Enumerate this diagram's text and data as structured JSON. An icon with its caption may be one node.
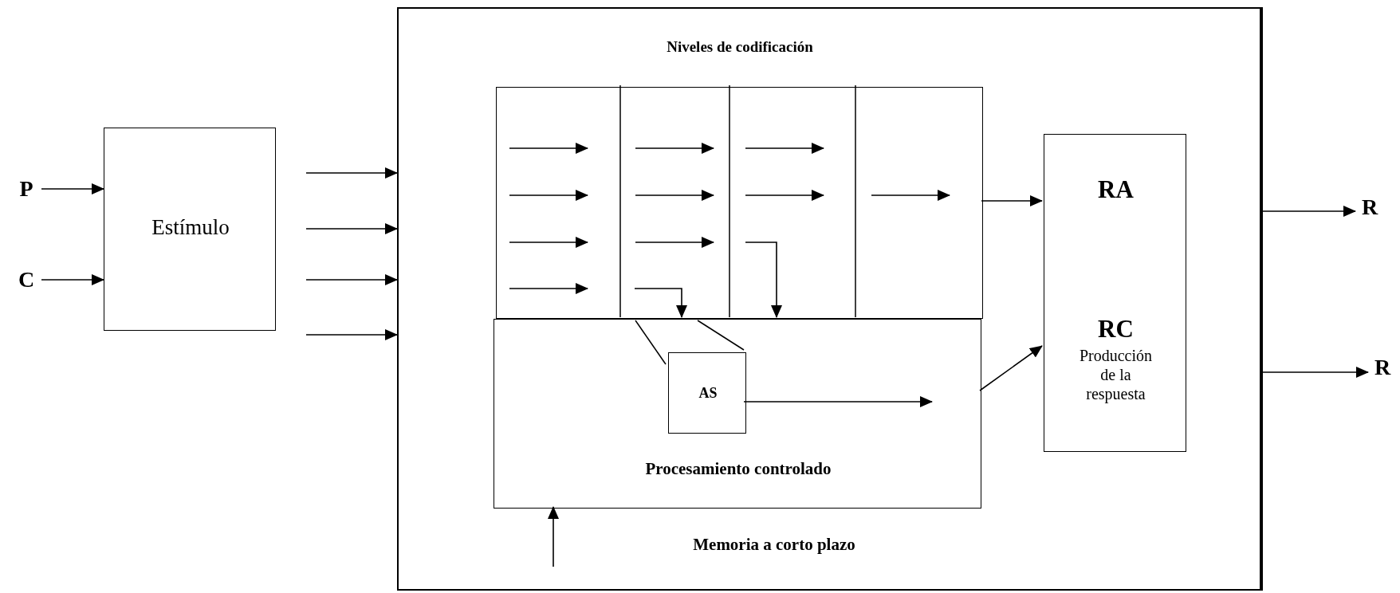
{
  "diagram": {
    "nodes": [
      {
        "text": [
          "P"
        ]
      },
      {
        "text": [
          "C"
        ]
      },
      {
        "text": [
          "Estímulo"
        ]
      },
      {
        "text": [
          "Memoria a corto plazo"
        ]
      },
      {
        "text": [
          "Niveles de codificación"
        ],
        "in": 3
      },
      {
        "text": [
          "Procesamiento controlado"
        ],
        "in": 3
      },
      {
        "text": [
          "AS"
        ],
        "in": 5
      },
      {
        "text": [
          "RA",
          "RC",
          "Producción de la respuesta"
        ],
        "in": 3
      },
      {
        "text": [
          "R"
        ]
      },
      {
        "text": [
          "R"
        ]
      }
    ],
    "edges": [
      {
        "from": 0,
        "to": 2,
        "arrow": "to"
      },
      {
        "from": 1,
        "to": 2,
        "arrow": "to"
      },
      {
        "from": null,
        "to": 3,
        "arrow": "to"
      },
      {
        "from": null,
        "to": 3,
        "arrow": "to"
      },
      {
        "from": null,
        "to": 3,
        "arrow": "to"
      },
      {
        "from": null,
        "to": 3,
        "arrow": "to"
      },
      {
        "from": 4,
        "to": 7,
        "arrow": "to"
      },
      {
        "from": 6,
        "to": null,
        "arrow": "to"
      },
      {
        "from": 5,
        "to": 7,
        "arrow": "to"
      },
      {
        "from": 3,
        "to": 8,
        "arrow": "to"
      },
      {
        "from": 3,
        "to": 9,
        "arrow": "to"
      },
      {
        "from": null,
        "to": 5,
        "arrow": "to"
      },
      {
        "from": 4,
        "to": 5,
        "arrow": "to"
      },
      {
        "from": 4,
        "to": 5,
        "arrow": "to"
      }
    ]
  }
}
